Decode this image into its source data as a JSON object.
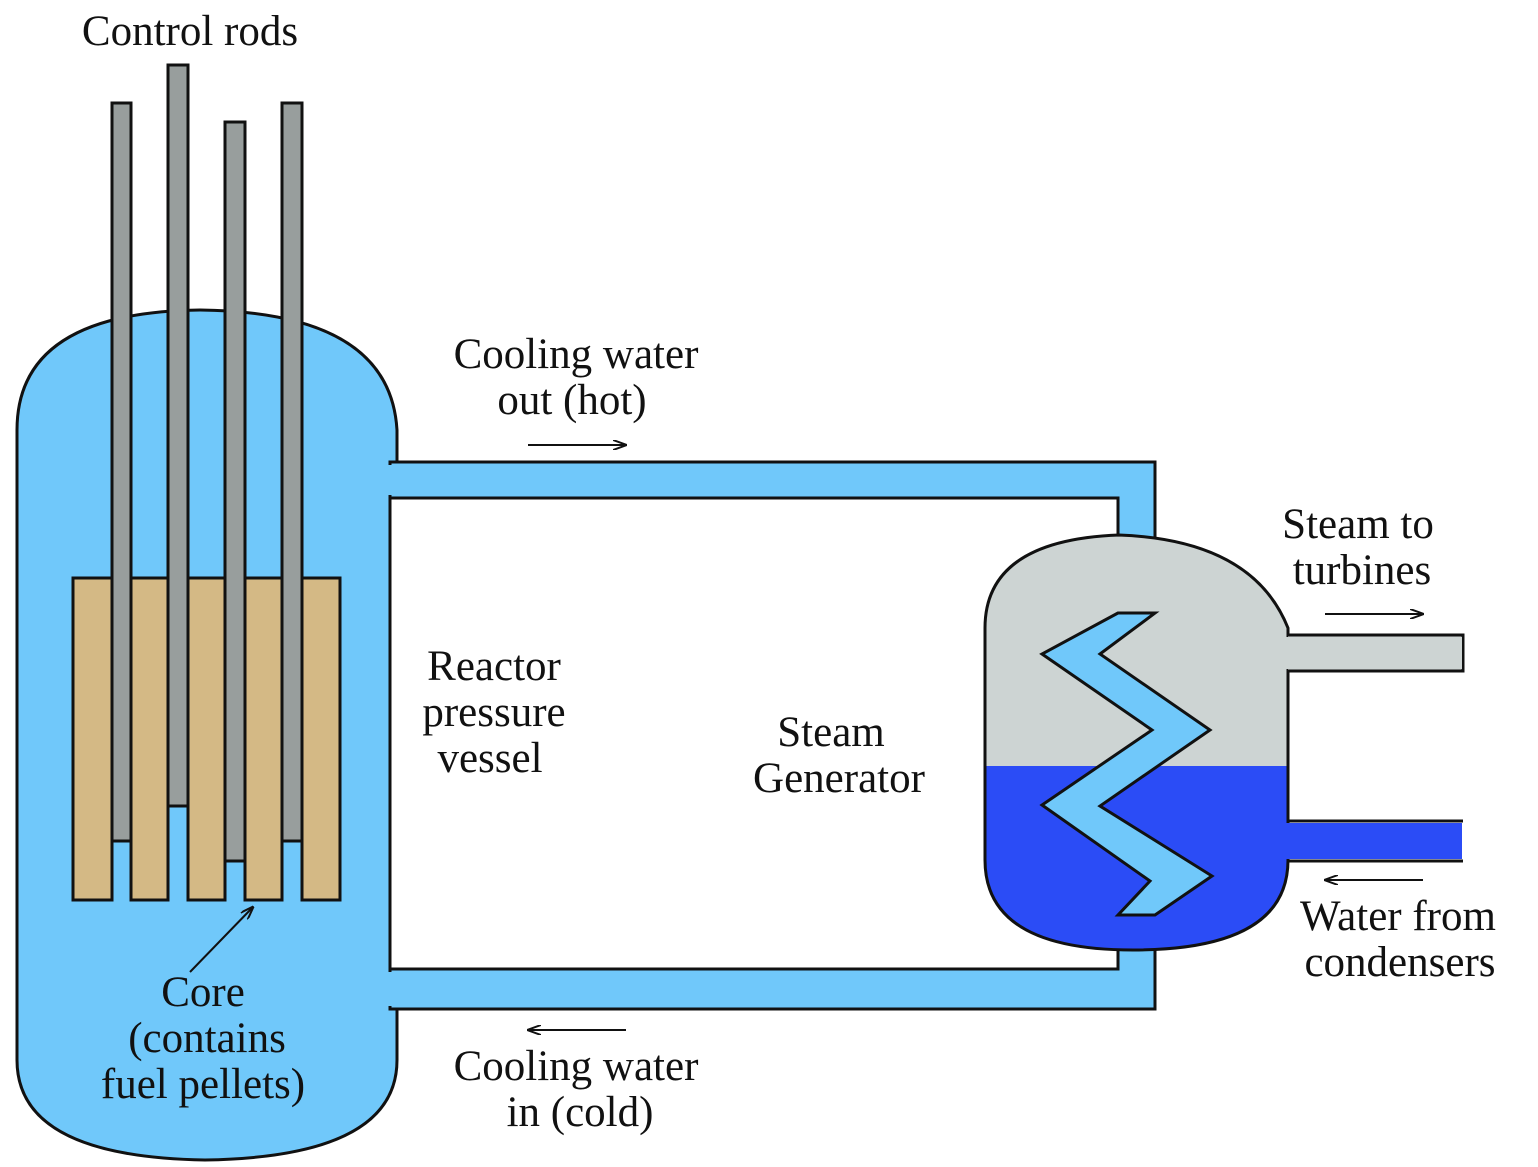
{
  "labels": {
    "control_rods": "Control rods",
    "cooling_out_1": "Cooling water",
    "cooling_out_2": "out (hot)",
    "reactor_1": "Reactor",
    "reactor_2": "pressure",
    "reactor_3": "vessel",
    "steam_gen_1": "Steam",
    "steam_gen_2": "Generator",
    "steam_to_1": "Steam to",
    "steam_to_2": "turbines",
    "water_from_1": "Water from",
    "water_from_2": "condensers",
    "core_1": "Core",
    "core_2": "(contains",
    "core_3": "fuel pellets)",
    "cooling_in_1": "Cooling water",
    "cooling_in_2": "in (cold)"
  },
  "colors": {
    "coolant": "#70c8fa",
    "fuel": "#d4b985",
    "rod": "#989e9d",
    "steam": "#cdd4d3",
    "water": "#2b4cf6",
    "outline": "#111111"
  }
}
